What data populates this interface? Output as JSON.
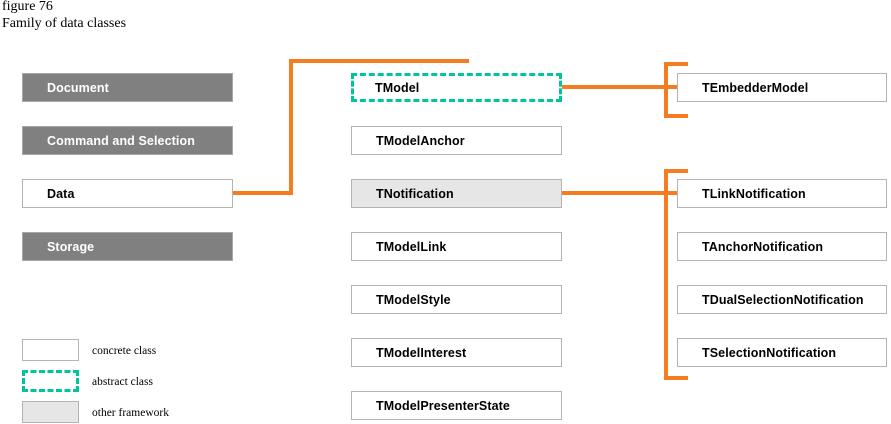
{
  "caption": {
    "figure_number": "figure 76",
    "title": "Family of data classes"
  },
  "colors": {
    "connector": "#f57c20",
    "abstract_border": "#00c49a",
    "filled_fill": "#808080",
    "other_fill": "#e6e6e6",
    "shadow": "#656565",
    "concrete_border": "#b3b3b3"
  },
  "columns": {
    "left": {
      "name": "framework-families",
      "items": [
        {
          "label": "Document",
          "style": "filled"
        },
        {
          "label": "Command and Selection",
          "style": "filled"
        },
        {
          "label": "Data",
          "style": "concrete"
        },
        {
          "label": "Storage",
          "style": "filled"
        }
      ]
    },
    "middle": {
      "name": "data-classes",
      "items": [
        {
          "label": "TModel",
          "style": "abstract"
        },
        {
          "label": "TModelAnchor",
          "style": "concrete"
        },
        {
          "label": "TNotification",
          "style": "other"
        },
        {
          "label": "TModelLink",
          "style": "concrete"
        },
        {
          "label": "TModelStyle",
          "style": "concrete"
        },
        {
          "label": "TModelInterest",
          "style": "concrete"
        },
        {
          "label": "TModelPresenterState",
          "style": "concrete"
        }
      ]
    },
    "right": {
      "name": "derived-classes",
      "items": [
        {
          "label": "TEmbedderModel",
          "style": "concrete"
        },
        {
          "label": "TLinkNotification",
          "style": "concrete"
        },
        {
          "label": "TAnchorNotification",
          "style": "concrete"
        },
        {
          "label": "TDualSelectionNotification",
          "style": "concrete"
        },
        {
          "label": "TSelectionNotification",
          "style": "concrete"
        }
      ]
    }
  },
  "legend": {
    "items": [
      {
        "label": "concrete class",
        "style": "concrete"
      },
      {
        "label": "abstract class",
        "style": "abstract"
      },
      {
        "label": "other framework",
        "style": "other"
      }
    ]
  }
}
